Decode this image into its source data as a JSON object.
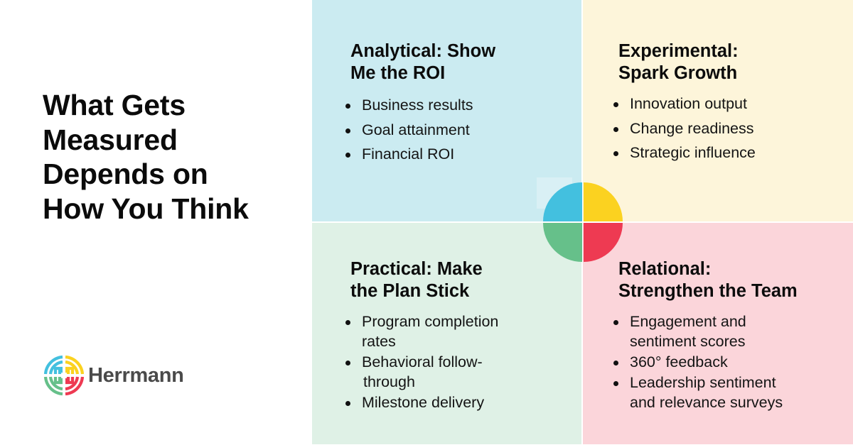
{
  "title": {
    "lines": [
      "What Gets",
      "Measured",
      "Depends on",
      "How You Think"
    ]
  },
  "logo": {
    "text": "Herrmann",
    "icon": "herrmann-whole-brain-knot-icon",
    "colors": {
      "blue": "#43c0df",
      "yellow": "#fbd220",
      "green": "#66c08a",
      "red": "#ee3a52"
    }
  },
  "quadrants": {
    "analytical": {
      "heading": [
        "Analytical: Show",
        "Me the ROI"
      ],
      "color": "#cbebf1",
      "items": [
        {
          "lines": [
            "Business results"
          ]
        },
        {
          "lines": [
            "Goal attainment"
          ]
        },
        {
          "lines": [
            "Financial ROI"
          ]
        }
      ]
    },
    "experimental": {
      "heading": [
        "Experimental:",
        "Spark Growth"
      ],
      "color": "#fdf5da",
      "items": [
        {
          "lines": [
            "Innovation output"
          ]
        },
        {
          "lines": [
            "Change readiness"
          ]
        },
        {
          "lines": [
            "Strategic influence"
          ]
        }
      ]
    },
    "practical": {
      "heading": [
        "Practical: Make",
        "the Plan Stick"
      ],
      "color": "#dff1e6",
      "items": [
        {
          "lines": [
            "Program completion",
            "rates"
          ]
        },
        {
          "lines": [
            "Behavioral follow-",
            "through"
          ]
        },
        {
          "lines": [
            "Milestone delivery"
          ]
        }
      ]
    },
    "relational": {
      "heading": [
        "Relational:",
        "Strengthen the Team"
      ],
      "color": "#fbd5da",
      "items": [
        {
          "lines": [
            "Engagement and",
            "sentiment scores"
          ]
        },
        {
          "lines": [
            "360° feedback"
          ]
        },
        {
          "lines": [
            "Leadership sentiment",
            "and relevance surveys"
          ]
        }
      ]
    }
  },
  "center_circle": {
    "icon": "four-quadrant-circle-icon",
    "segments": [
      {
        "quadrant": "analytical",
        "color": "#43c0df"
      },
      {
        "quadrant": "experimental",
        "color": "#fbd220"
      },
      {
        "quadrant": "practical",
        "color": "#66c08a"
      },
      {
        "quadrant": "relational",
        "color": "#ee3a52"
      }
    ]
  }
}
